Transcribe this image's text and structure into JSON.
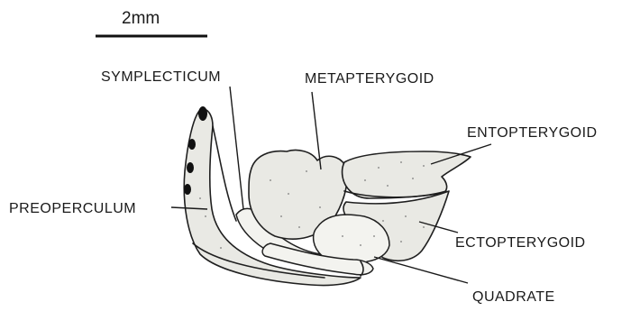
{
  "scale_bar": {
    "label": "2mm"
  },
  "labels": {
    "symplecticum": "SYMPLECTICUM",
    "metapterygoid": "METAPTERYGOID",
    "entopterygoid": "ENTOPTERYGOID",
    "preoperculum": "PREOPERCULUM",
    "ectopterygoid": "ECTOPTERYGOID",
    "quadrate": "QUADRATE"
  }
}
